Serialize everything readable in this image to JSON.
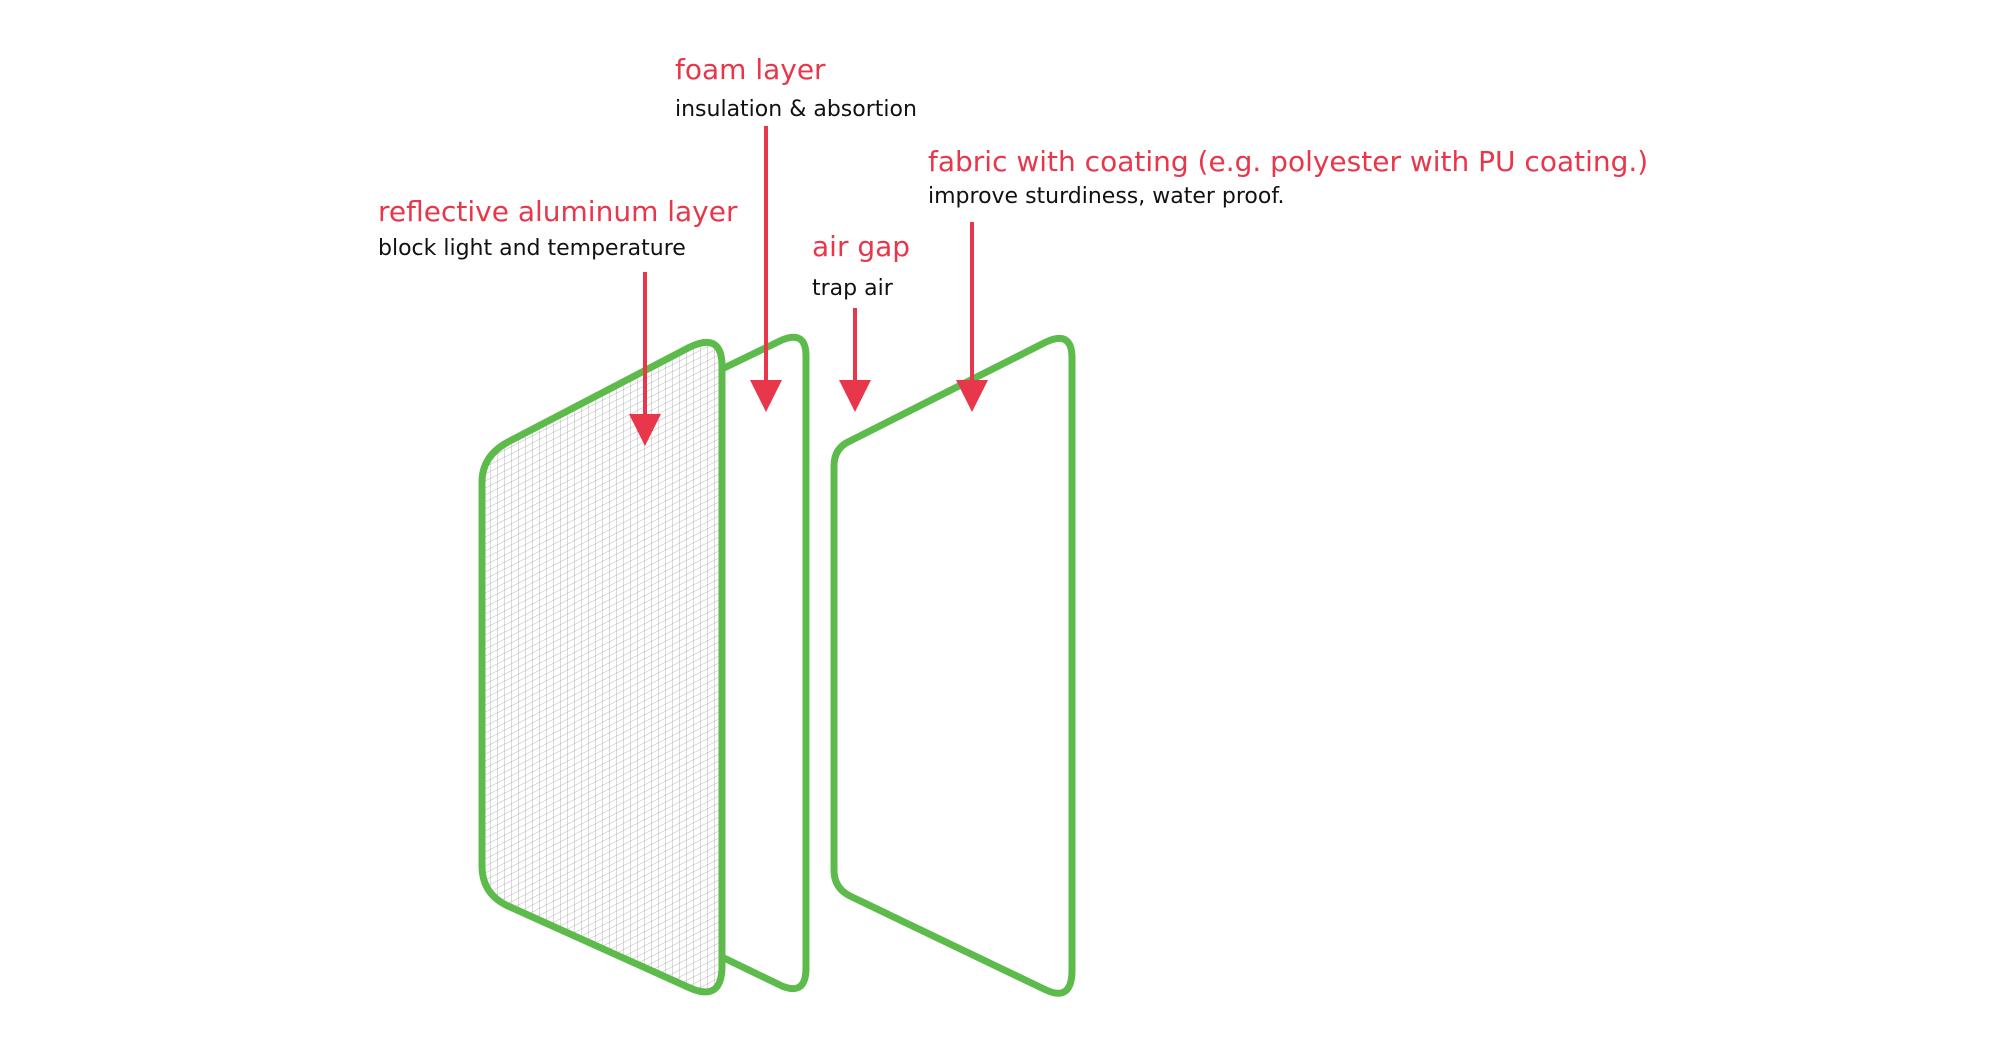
{
  "colors": {
    "panel_outline": "#5dbb4b",
    "label_title": "#e8374a",
    "label_description": "#111111",
    "arrow": "#e8374a",
    "mesh_grid": "#9a9a9a"
  },
  "labels": {
    "reflective": {
      "title": "reflective aluminum layer",
      "description": "block light and temperature"
    },
    "foam": {
      "title": "foam layer",
      "description": "insulation & absortion"
    },
    "air_gap": {
      "title": "air gap",
      "description": "trap air"
    },
    "fabric": {
      "title": "fabric with coating (e.g. polyester with PU coating.)",
      "description": "improve sturdiness, water proof."
    }
  }
}
